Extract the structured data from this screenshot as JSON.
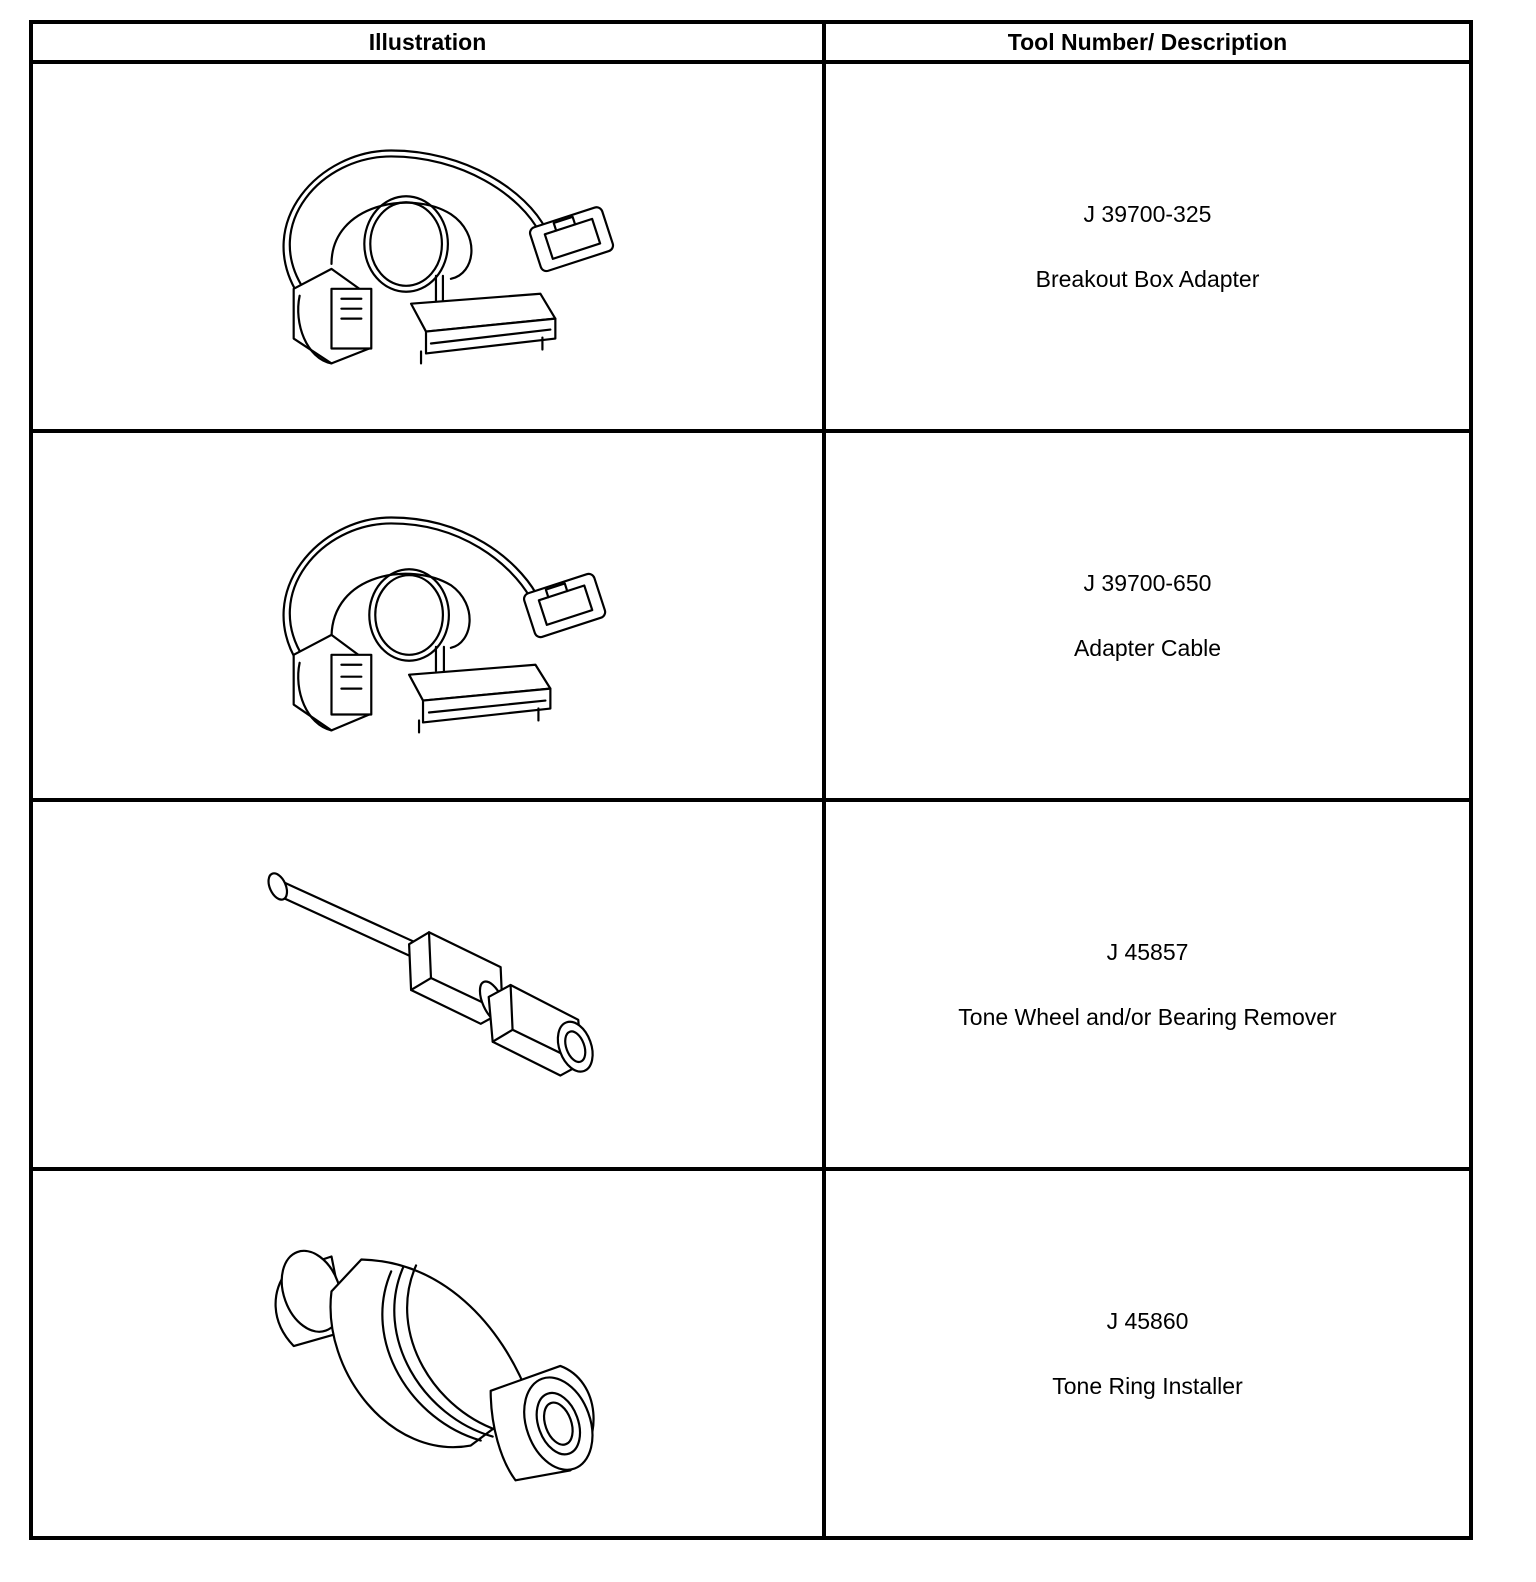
{
  "table": {
    "headers": {
      "illustration": "Illustration",
      "description": "Tool Number/ Description"
    },
    "rows": [
      {
        "tool_number": "J 39700-325",
        "description": "Breakout Box Adapter",
        "illustration_icon": "breakout-box-adapter-cable-icon"
      },
      {
        "tool_number": "J 39700-650",
        "description": "Adapter Cable",
        "illustration_icon": "adapter-cable-icon"
      },
      {
        "tool_number": "J 45857",
        "description": "Tone Wheel and/or Bearing Remover",
        "illustration_icon": "tone-wheel-bearing-remover-icon"
      },
      {
        "tool_number": "J 45860",
        "description": "Tone Ring Installer",
        "illustration_icon": "tone-ring-installer-icon"
      }
    ]
  }
}
